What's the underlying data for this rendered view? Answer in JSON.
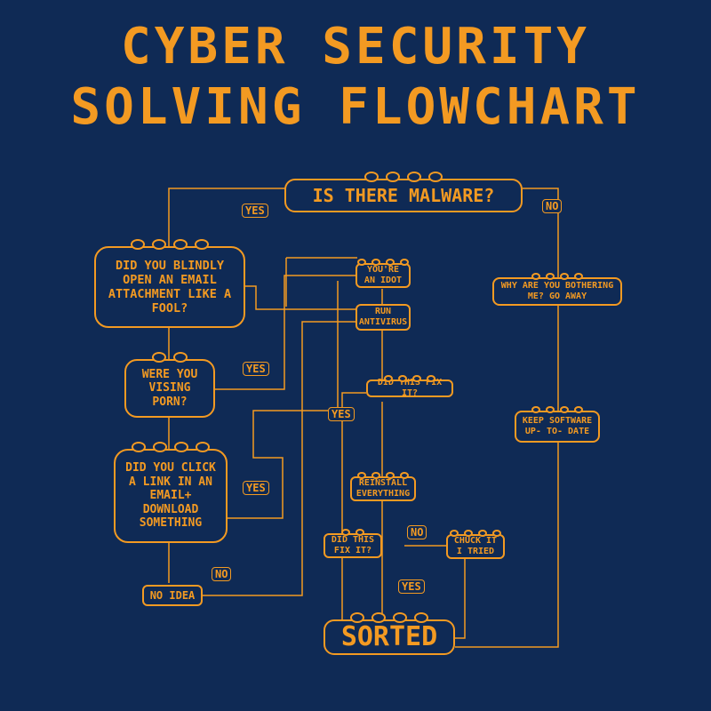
{
  "title": {
    "line1": "CYBER SECURITY",
    "line2": "SOLVING FLOWCHART"
  },
  "nodes": {
    "malware": "IS THERE MALWARE?",
    "email_attachment": "DID YOU BLINDLY OPEN AN EMAIL ATTACHMENT LIKE A FOOL?",
    "porn": "WERE YOU VISING PORN?",
    "click_link": "DID YOU CLICK A LINK IN AN EMAIL+ DOWNLOAD SOMETHING",
    "no_idea": "NO IDEA",
    "idiot": "YOU'RE AN IDOT",
    "run_antivirus": "RUN ANTIVIRUS",
    "fix_1": "DID THIS FIX IT?",
    "reinstall": "REINSTALL EVERYTHING",
    "fix_2": "DID THIS FIX IT?",
    "chuck_it": "CHUCK IT I TRIED",
    "sorted": "SORTED",
    "go_away": "WHY ARE YOU BOTHERING ME? GO AWAY",
    "keep_software": "KEEP SOFTWARE UP- TO- DATE"
  },
  "labels": {
    "yes_malware": "YES",
    "no_malware": "NO",
    "yes_porn": "YES",
    "yes_link": "YES",
    "no_link": "NO",
    "yes_fix1": "YES",
    "no_fix2": "NO",
    "yes_fix2": "YES"
  },
  "colors": {
    "background": "#0f2a55",
    "accent": "#f39a22"
  }
}
